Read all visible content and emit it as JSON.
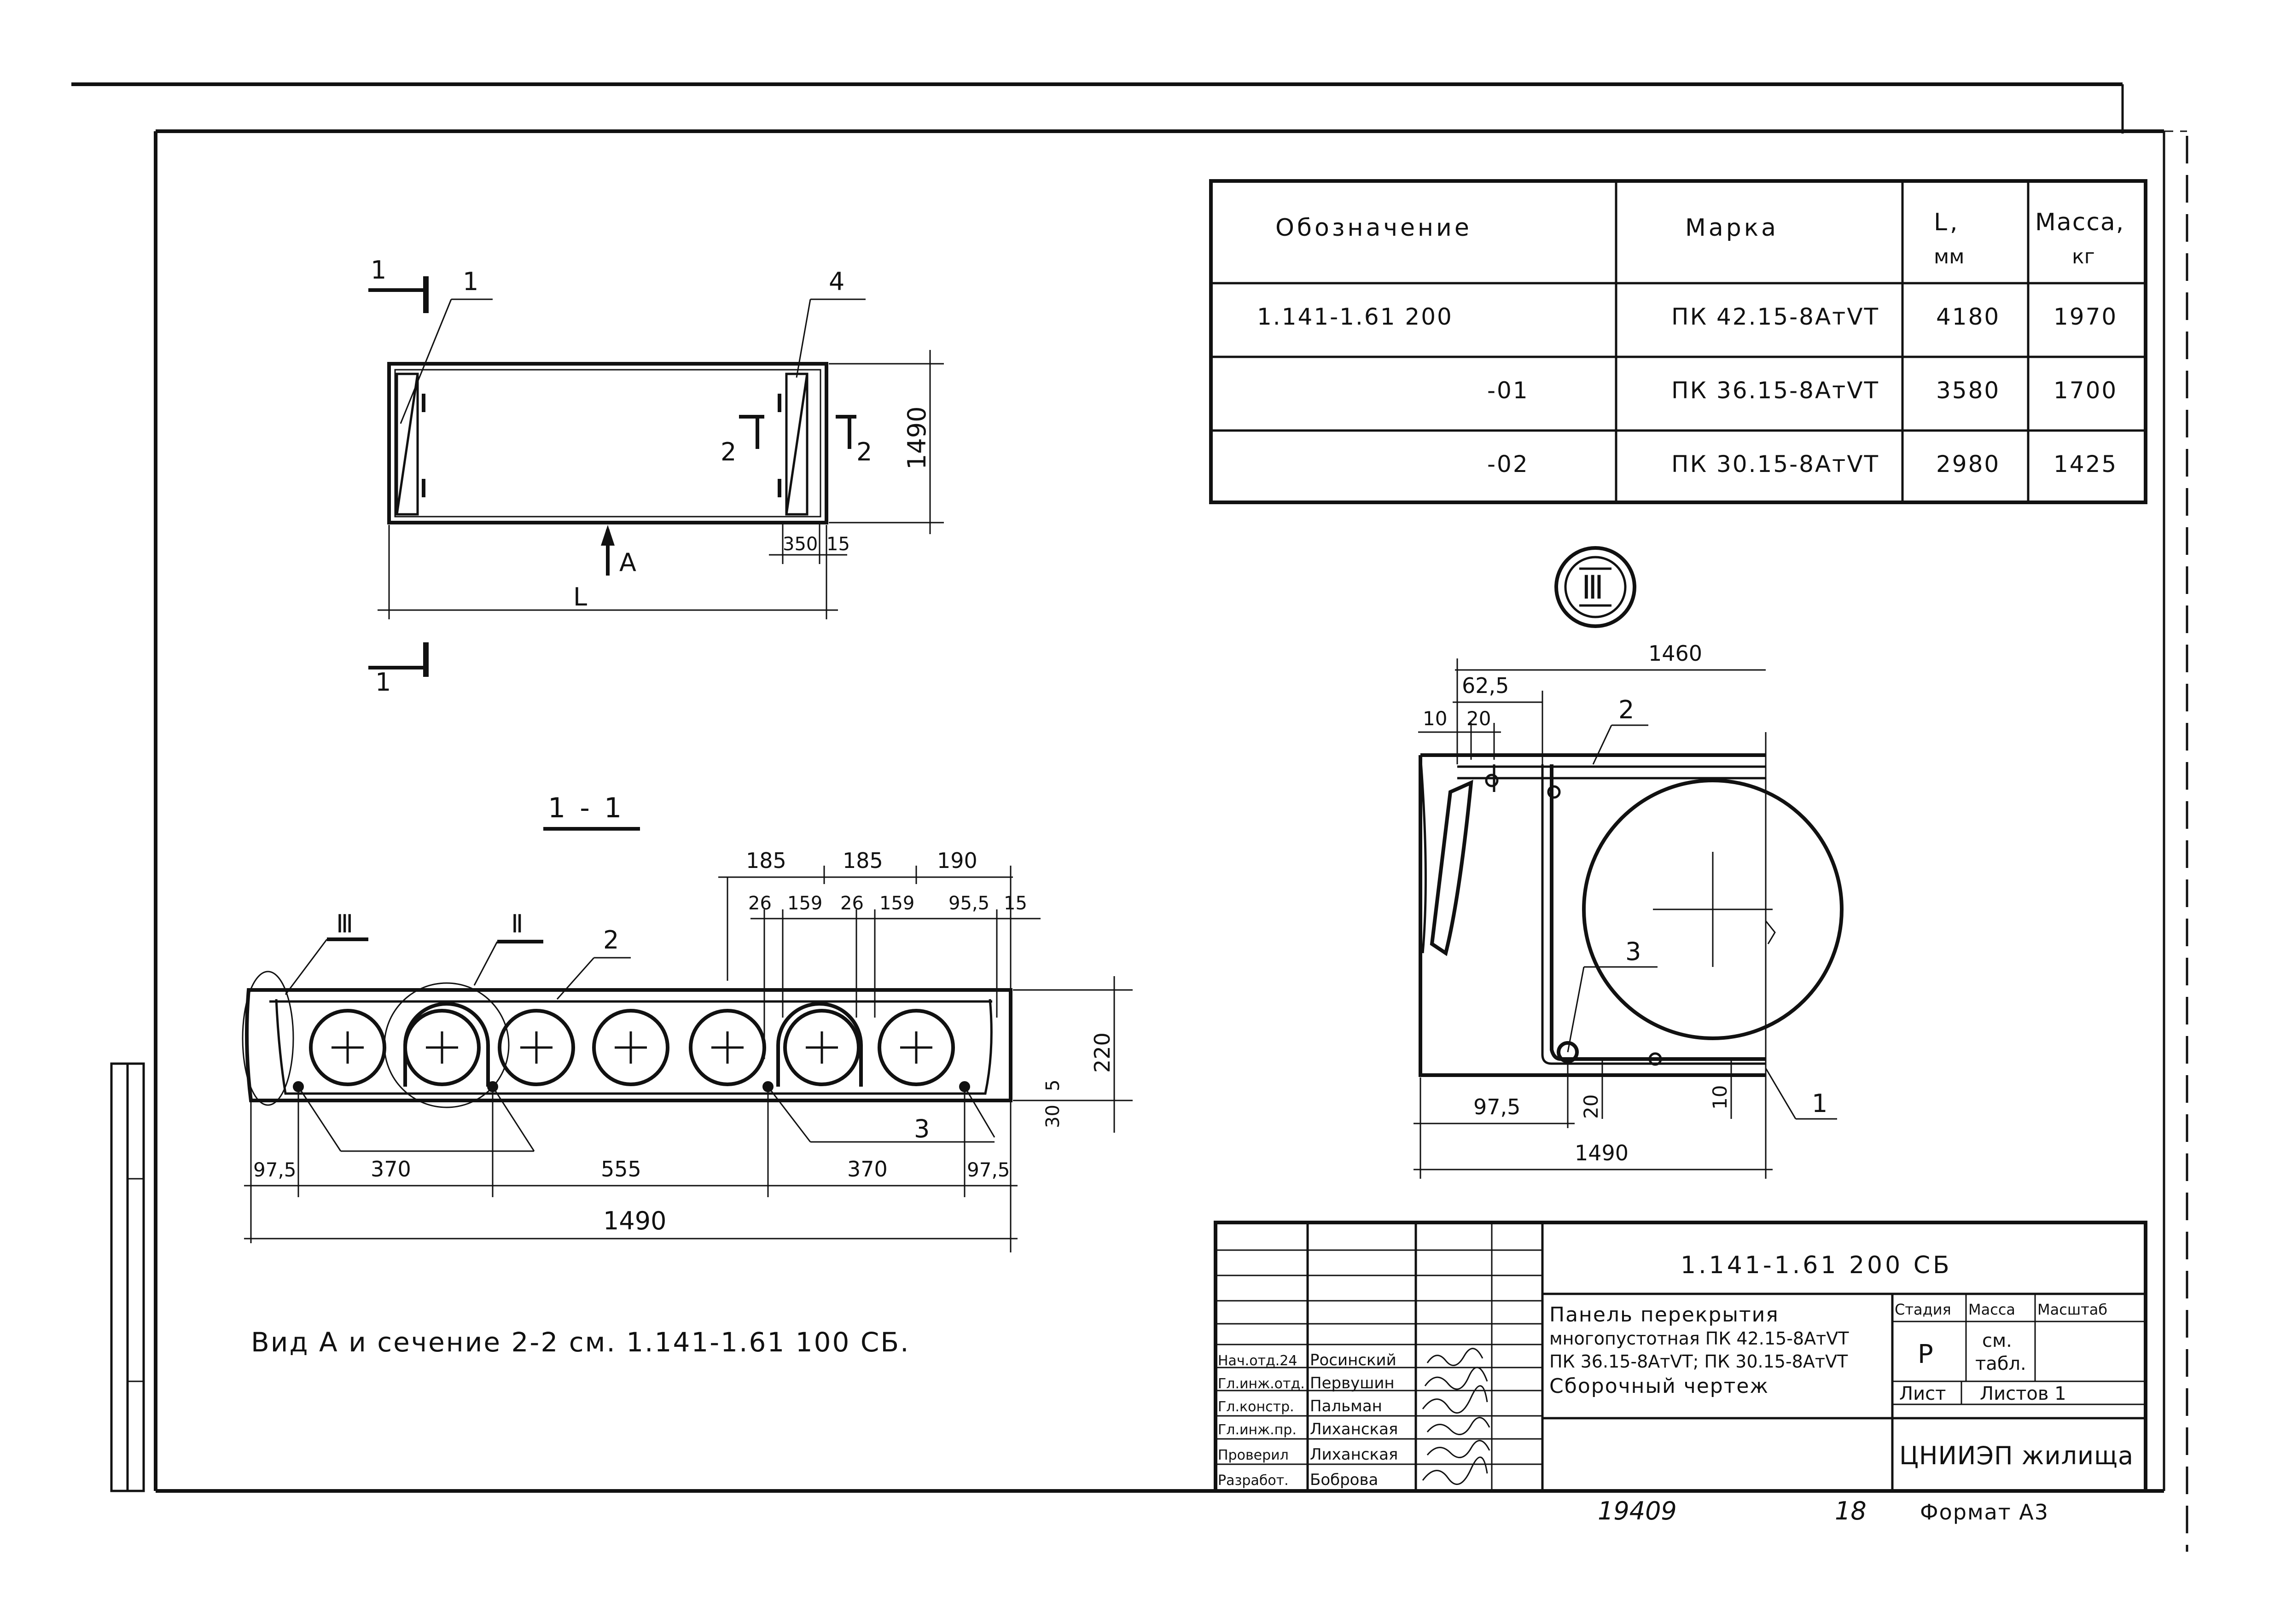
{
  "spec_table": {
    "headers": [
      "Обозначение",
      "Марка",
      "L,",
      "мм",
      "Масса,",
      "кг"
    ],
    "rows": [
      {
        "designation": "1.141-1.61  200",
        "mark": "ПК 42.15-8АтⅤТ",
        "L": "4180",
        "mass": "1970"
      },
      {
        "designation": "-01",
        "mark": "ПК 36.15-8АтⅤТ",
        "L": "3580",
        "mass": "1700"
      },
      {
        "designation": "-02",
        "mark": "ПК 30.15-8АтⅤТ",
        "L": "2980",
        "mass": "1425"
      }
    ]
  },
  "plan_view": {
    "section_mark_top": "1",
    "section_mark_bottom": "1",
    "callout_1": "1",
    "callout_4": "4",
    "section_2_left": "2",
    "section_2_right": "2",
    "dim_height": "1490",
    "dim_350": "350",
    "dim_15": "15",
    "view_a": "А",
    "dim_length": "L"
  },
  "section_1_1": {
    "title": "1 - 1",
    "node_iii": "Ⅲ",
    "node_ii": "Ⅱ",
    "callout_2": "2",
    "callout_3": "3",
    "top_dims_row1": [
      "185",
      "185",
      "190"
    ],
    "top_dims_row2": [
      "26",
      "159",
      "26",
      "159",
      "95,5",
      "15"
    ],
    "dim_220": "220",
    "dim_30": "30",
    "dim_5": "5",
    "bottom_dims": [
      "97,5",
      "370",
      "555",
      "370",
      "97,5"
    ],
    "overall": "1490"
  },
  "note": "Вид А и сечение 2-2 см. 1.141-1.61   100 СБ.",
  "node_detail": {
    "label": "Ⅲ",
    "dim_1460": "1460",
    "dim_62_5": "62,5",
    "dim_10": "10",
    "dim_20": "20",
    "callout_2": "2",
    "callout_3": "3",
    "callout_1": "1",
    "dim_97_5": "97,5",
    "dim_20b": "20",
    "dim_10b": "10",
    "dim_1490": "1490"
  },
  "title_block": {
    "code": "1.141-1.61   200 СБ",
    "title_lines": [
      "Панель перекрытия",
      "многопустотная ПК 42.15-8АтⅤТ",
      "ПК 36.15-8АтⅤТ; ПК 30.15-8АтⅤТ",
      "Сборочный чертеж"
    ],
    "stage_header": "Стадия",
    "mass_header": "Масса",
    "scale_header": "Масштаб",
    "stage_value": "Р",
    "mass_value_1": "см.",
    "mass_value_2": "табл.",
    "sheet_label": "Лист",
    "sheets_label": "Листов 1",
    "org": "ЦНИИЭП жилища",
    "staff": [
      {
        "role": "Нач.отд.24",
        "name": "Росинский"
      },
      {
        "role": "Гл.инж.отд.",
        "name": "Первушин"
      },
      {
        "role": "Гл.констр.",
        "name": "Пальман"
      },
      {
        "role": "Гл.инж.пр.",
        "name": "Лиханская"
      },
      {
        "role": "Проверил",
        "name": "Лиханская"
      },
      {
        "role": "Разработ.",
        "name": "Боброва"
      }
    ]
  },
  "footer": {
    "inv_number": "19409",
    "page_number": "18",
    "format": "Формат А3"
  }
}
